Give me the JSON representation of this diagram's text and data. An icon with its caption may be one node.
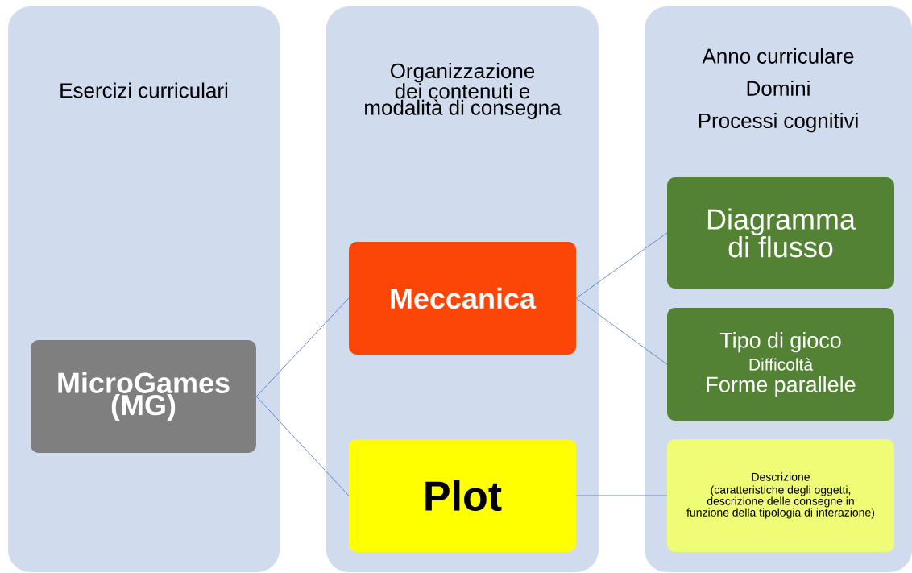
{
  "diagram": {
    "nodes": [
      {
        "text": [
          "Esercizi curriculari"
        ]
      },
      {
        "text": [
          "Organizzazione dei contenuti e modalità di consegna"
        ]
      },
      {
        "text": [
          "Anno curriculare",
          "Domini",
          "Processi cognitivi"
        ]
      },
      {
        "text": [
          "MicroGames (MG)"
        ],
        "in": 0
      },
      {
        "text": [
          "Meccanica"
        ],
        "in": 1
      },
      {
        "text": [
          "Plot"
        ],
        "in": 1
      },
      {
        "text": [
          "Diagramma di flusso"
        ],
        "in": 2
      },
      {
        "text": [
          "Tipo di gioco",
          "Difficoltà",
          "Forme parallele"
        ],
        "in": 2
      },
      {
        "text": [
          "Descrizione",
          "(caratteristiche degli oggetti, descrizione delle consegne in funzione della tipologia di interazione)"
        ],
        "in": 2
      }
    ],
    "edges": [
      {
        "from": 3,
        "to": 4,
        "arrow": "none"
      },
      {
        "from": 3,
        "to": 5,
        "arrow": "none"
      },
      {
        "from": 4,
        "to": 6,
        "arrow": "none"
      },
      {
        "from": 4,
        "to": 7,
        "arrow": "none"
      },
      {
        "from": 5,
        "to": 8,
        "arrow": "none"
      }
    ]
  }
}
